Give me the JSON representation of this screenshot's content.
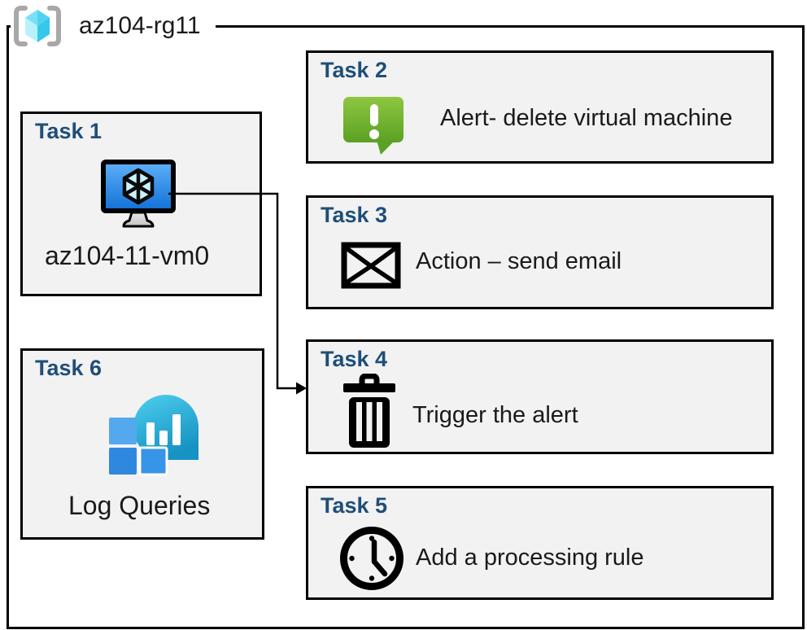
{
  "diagram": {
    "resource_group": {
      "title": "az104-rg11",
      "icon": "resource-group-icon"
    },
    "tasks": [
      {
        "id": "task1",
        "label": "Task 1",
        "icon": "virtual-machine-icon",
        "caption": "az104-11-vm0"
      },
      {
        "id": "task2",
        "label": "Task 2",
        "icon": "alert-icon",
        "caption": "Alert- delete virtual machine"
      },
      {
        "id": "task3",
        "label": "Task 3",
        "icon": "email-icon",
        "caption": "Action – send email"
      },
      {
        "id": "task4",
        "label": "Task 4",
        "icon": "trash-icon",
        "caption": "Trigger the alert"
      },
      {
        "id": "task5",
        "label": "Task 5",
        "icon": "clock-icon",
        "caption": "Add a processing rule"
      },
      {
        "id": "task6",
        "label": "Task 6",
        "icon": "log-queries-icon",
        "caption": "Log Queries"
      }
    ],
    "connector": {
      "from": "task1",
      "to": "task4"
    },
    "colors": {
      "box_fill": "#F2F2F2",
      "box_border": "#000000",
      "task_label_color": "#1F4E79",
      "connector_color": "#000000",
      "alert_green_top": "#8DC741",
      "alert_green_bottom": "#5BA123",
      "vm_screen_top": "#5FB0F7",
      "vm_screen_bottom": "#1170D6",
      "vm_cube_face": "#C8F2FC",
      "vm_stand_gray": "#C4C4C4",
      "logs_balloon_top": "#4ECFEE",
      "logs_balloon_bottom": "#1693C4",
      "logs_square_light": "#54A9EE",
      "logs_square_dark": "#2E89DE",
      "logs_square_mid": "#3794E6",
      "rg_cube_topleft": "#79E0F6",
      "rg_cube_topright": "#4FD3F1",
      "rg_cube_left": "#B9F1FB",
      "rg_cube_right": "#36C8EB",
      "bracket_gray": "#A8A8A8"
    }
  }
}
